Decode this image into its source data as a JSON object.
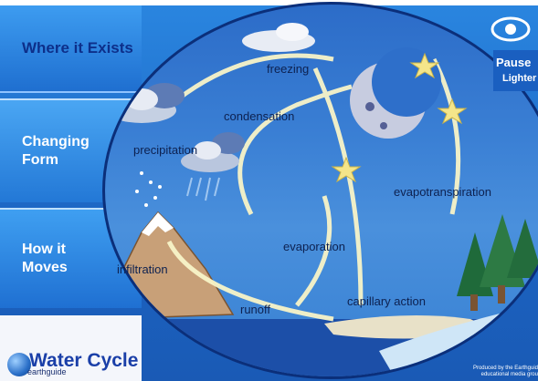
{
  "nav": {
    "where": "Where it Exists",
    "changing": "Changing Form",
    "moves": "How it Moves",
    "title": "Water Cycle",
    "logo_text": "earthguide"
  },
  "controls": {
    "pause": "Pause",
    "lighter": "Lighter"
  },
  "labels": {
    "freezing": "freezing",
    "condensation": "condensation",
    "precipitation": "precipitation",
    "evaporation": "evaporation",
    "evapotranspiration": "evapotranspiration",
    "infiltration": "infiltration",
    "runoff": "runoff",
    "capillary": "capillary action"
  },
  "footer": {
    "credit_line1": "Produced by the Earthguid",
    "credit_line2": "educational media grou"
  },
  "colors": {
    "nav_blue": "#2378d6",
    "title_blue": "#1a3fa8",
    "scene_blue": "#3a7fd4",
    "label_dark": "#0d2150"
  },
  "icons": [
    "earth-globe-icon",
    "eye-logo-icon",
    "moon-icon",
    "star-icon",
    "cloud-icon",
    "rain-cloud-icon",
    "mountain-icon",
    "tree-icon"
  ]
}
